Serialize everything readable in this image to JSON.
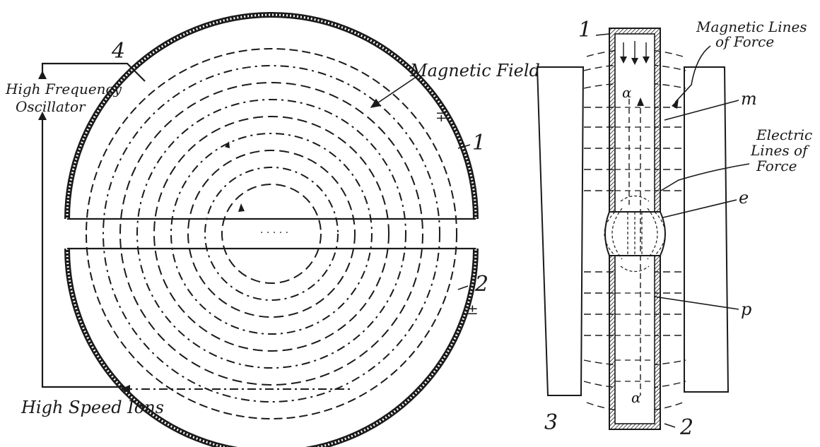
{
  "labels": {
    "oscillator_line1": "High Frequency",
    "oscillator_line2": "Oscillator",
    "magnetic_field": "Magnetic Field",
    "high_speed_ions": "High Speed Ions",
    "dee_1": "1",
    "dee_2": "2",
    "wire_4": "4",
    "sign_top": "∓",
    "sign_bottom": "±",
    "side_1": "1",
    "side_2": "2",
    "magnet_3": "3",
    "mag_lines_line1": "Magnetic Lines",
    "mag_lines_line2": "of Force",
    "electric_line1": "Electric",
    "electric_line2": "Lines of",
    "electric_line3": "Force",
    "m": "m",
    "e": "e",
    "p": "p",
    "alpha_top": "α",
    "alpha_bottom": "α"
  },
  "colors": {
    "ink": "#1a1a1a",
    "background": "#ffffff"
  }
}
